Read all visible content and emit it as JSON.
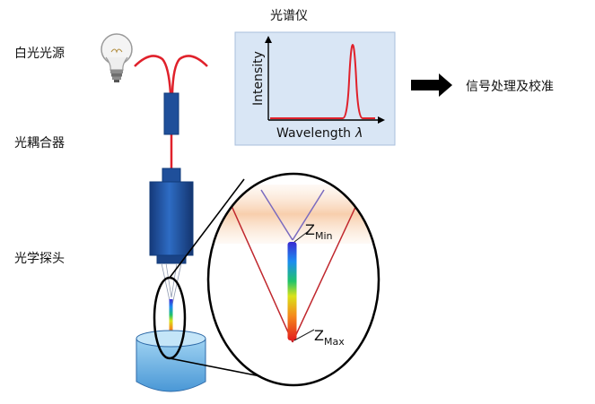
{
  "labels": {
    "light_source": "白光光源",
    "coupler": "光耦合器",
    "probe": "光学探头",
    "spectrometer": "光谱仪",
    "signal_processing": "信号处理及校准"
  },
  "plot": {
    "xlabel": "Wavelength",
    "xlabel_symbol": "λ",
    "ylabel": "Intensity"
  },
  "zoom": {
    "z_min_base": "Z",
    "z_min_sub": "Min",
    "z_max_base": "Z",
    "z_max_sub": "Max"
  },
  "colors": {
    "fiber": "#e0212b",
    "body_blue": "#1f4f9a",
    "water": "#6fb7e6",
    "plot_bg": "#d9e6f5",
    "arrow": "#000000"
  },
  "icons": {
    "bulb": "lightbulb-icon",
    "arrow": "right-arrow-icon"
  }
}
